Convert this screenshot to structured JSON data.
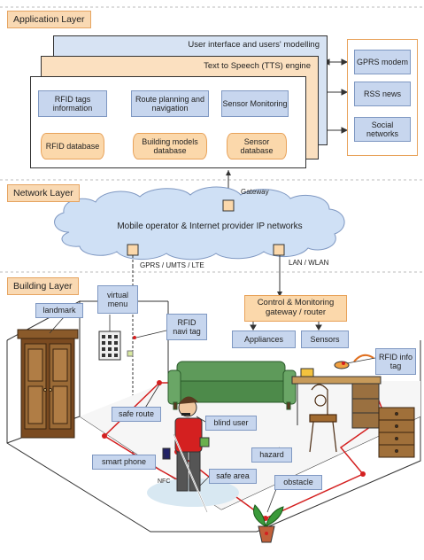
{
  "application_layer": {
    "title": "Application Layer",
    "ui_panel": "User interface and users' modelling",
    "tts_panel": "Text to Speech (TTS) engine",
    "modules": [
      "RFID tags information",
      "Route planning and navigation",
      "Sensor Monitoring"
    ],
    "databases": [
      "RFID database",
      "Building models database",
      "Sensor database"
    ],
    "services": [
      "GPRS modem",
      "RSS news",
      "Social networks"
    ]
  },
  "network_layer": {
    "title": "Network Layer",
    "gateway_label": "Gateway",
    "cloud_label": "Mobile operator & Internet provider IP networks",
    "link_left": "GPRS / UMTS / LTE",
    "link_right": "LAN /  WLAN"
  },
  "building_layer": {
    "title": "Building Layer",
    "control_gateway": "Control & Monitoring gateway / router",
    "appliances": "Appliances",
    "sensors": "Sensors",
    "labels": {
      "virtual_menu": "virtual menu",
      "landmark": "landmark",
      "rfid_navi": "RFID navi tag",
      "rfid_info": "RFID info tag",
      "safe_route": "safe route",
      "blind_user": "blind user",
      "smart_phone": "smart phone",
      "hazard": "hazard",
      "safe_area": "safe area",
      "obstacle": "obstacle",
      "nfc": "NFC"
    }
  },
  "colors": {
    "orange_fill": "#fbd8ab",
    "blue_fill": "#c7d6ee",
    "red_route": "#d42020"
  }
}
